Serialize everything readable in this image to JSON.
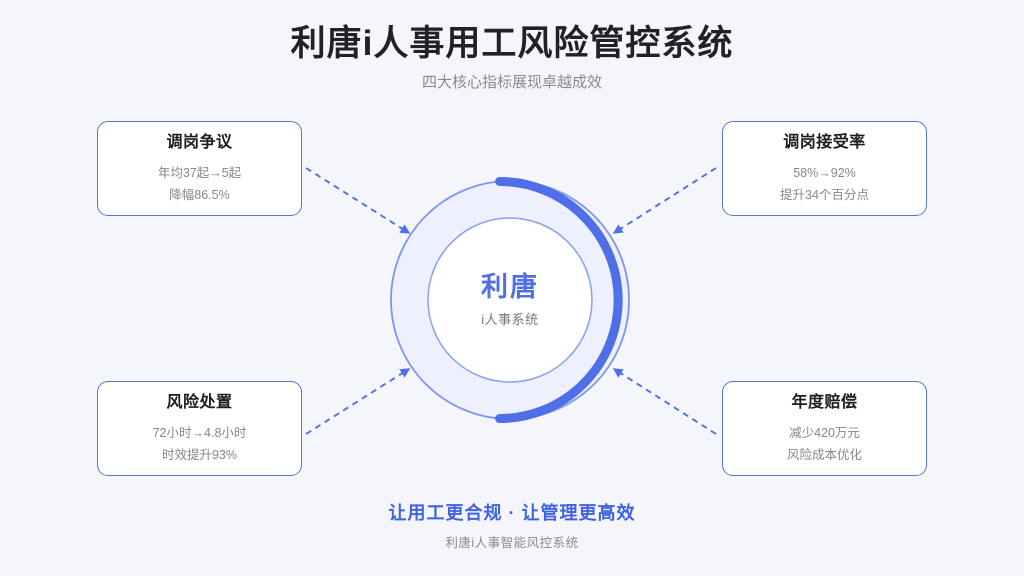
{
  "header": {
    "title": "利唐i人事用工风险管控系统",
    "subtitle": "四大核心指标展现卓越成效"
  },
  "center": {
    "brand": "利唐",
    "sublabel": "i人事系统"
  },
  "cards": [
    {
      "id": "tl",
      "title": "调岗争议",
      "line1": "年均37起→5起",
      "line2": "降幅86.5%"
    },
    {
      "id": "tr",
      "title": "调岗接受率",
      "line1": "58%→92%",
      "line2": "提升34个百分点"
    },
    {
      "id": "bl",
      "title": "风险处置",
      "line1": "72小时→4.8小时",
      "line2": "时效提升93%"
    },
    {
      "id": "br",
      "title": "年度赔偿",
      "line1": "减少420万元",
      "line2": "风险成本优化"
    }
  ],
  "footer": {
    "slogan": "让用工更合规 · 让管理更高效",
    "note": "利唐i人事智能风控系统"
  },
  "colors": {
    "background": "#f5f6fb",
    "accent_blue": "#4f6fe8",
    "card_border": "#5b74d4",
    "ring_track": "#eef1fd",
    "ring_stroke": "#6f8bf0",
    "title_dark": "#222226",
    "muted_gray": "#8a8a92"
  }
}
